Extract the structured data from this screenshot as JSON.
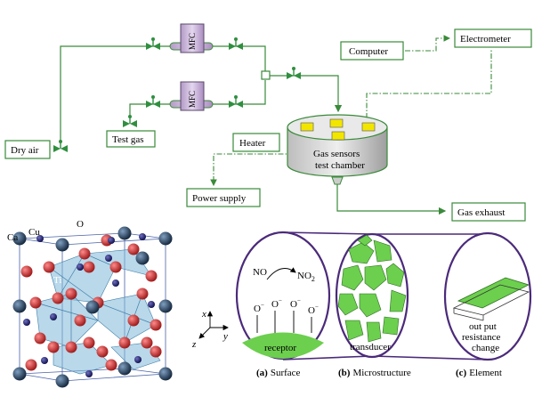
{
  "setup": {
    "dry_air": "Dry air",
    "test_gas": "Test gas",
    "mfc_top": "MFC",
    "mfc_bottom": "MFC",
    "computer": "Computer",
    "electrometer": "Electrometer",
    "heater": "Heater",
    "chamber_line1": "Gas sensors",
    "chamber_line2": "test chamber",
    "power_supply": "Power supply",
    "gas_exhaust": "Gas exhaust",
    "colors": {
      "line": "#3a8a3a",
      "valve": "#2f8f3f",
      "mfc": "#c9b3d9",
      "sensor": "#f2e600"
    }
  },
  "crystal": {
    "ca": "Ca",
    "cu": "Cu",
    "o": "O",
    "ti": "Ti",
    "colors": {
      "ca": "#1f3a5a",
      "cu": "#1a1a66",
      "o": "#c62b2b",
      "polyhedra": "#7fb8d8"
    }
  },
  "axes": {
    "x": "x",
    "y": "y",
    "z": "z"
  },
  "mechanism": {
    "no": "NO",
    "no2": "NO",
    "no2_sub": "2",
    "o_minus": "O",
    "o_sup": "−",
    "receptor": "receptor",
    "transducer": "transducer",
    "output_line1": "out put",
    "output_line2": "resistance",
    "output_line3": "change",
    "caption_a_tag": "(a)",
    "caption_a": "Surface",
    "caption_b_tag": "(b)",
    "caption_b": "Microstructure",
    "caption_c_tag": "(c)",
    "caption_c": "Element",
    "colors": {
      "grain": "#6ccf4e",
      "frame": "#4b2a7a"
    }
  }
}
